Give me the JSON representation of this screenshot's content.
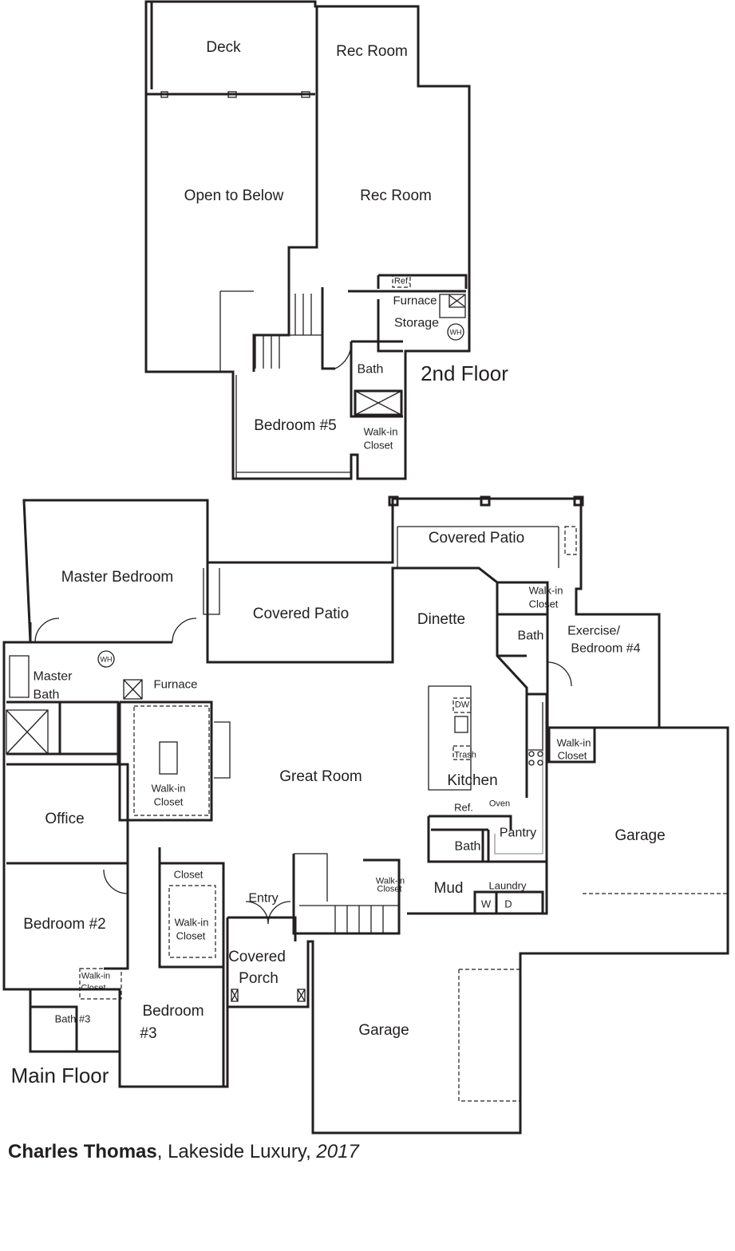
{
  "second_floor": {
    "title": "2nd Floor",
    "rooms": {
      "deck": "Deck",
      "rec_room_upper": "Rec Room",
      "open_to_below": "Open to Below",
      "rec_room": "Rec Room",
      "ref": "Ref.",
      "furnace": "Furnace",
      "storage": "Storage",
      "wh": "WH",
      "bath": "Bath",
      "bedroom5": "Bedroom #5",
      "walkin_1": "Walk-in",
      "walkin_2": "Closet"
    }
  },
  "main_floor": {
    "title": "Main Floor",
    "rooms": {
      "covered_patio_right": "Covered Patio",
      "master_bedroom": "Master Bedroom",
      "covered_patio": "Covered Patio",
      "dinette": "Dinette",
      "walkin_b4_1": "Walk-in",
      "walkin_b4_2": "Closet",
      "bath_b4": "Bath",
      "exercise_1": "Exercise/",
      "exercise_2": "Bedroom #4",
      "master_bath_1": "Master",
      "master_bath_2": "Bath",
      "wh": "WH",
      "furnace": "Furnace",
      "dw": "DW",
      "trash": "Trash",
      "walkin_garage_1": "Walk-in",
      "walkin_garage_2": "Closet",
      "great_room": "Great Room",
      "kitchen": "Kitchen",
      "ref": "Ref.",
      "oven": "Oven",
      "walkin_master_1": "Walk-in",
      "walkin_master_2": "Closet",
      "office": "Office",
      "garage_right": "Garage",
      "pantry": "Pantry",
      "bath_kitchen": "Bath",
      "closet": "Closet",
      "walkin_stair_1": "Walk-in",
      "walkin_stair_2": "Closet",
      "laundry": "Laundry",
      "mud": "Mud",
      "washer": "W",
      "dryer": "D",
      "entry": "Entry",
      "bedroom2": "Bedroom #2",
      "walkin_b3_1": "Walk-in",
      "walkin_b3_2": "Closet",
      "covered_porch_1": "Covered",
      "covered_porch_2": "Porch",
      "walkin_bath3_1": "Walk-in",
      "walkin_bath3_2": "Closet",
      "bedroom3_1": "Bedroom",
      "bedroom3_2": "#3",
      "bath3": "Bath #3",
      "garage": "Garage"
    }
  },
  "caption": {
    "designer": "Charles Thomas",
    "sep": ", ",
    "plan": "Lakeside Luxury,",
    "year": "2017"
  }
}
